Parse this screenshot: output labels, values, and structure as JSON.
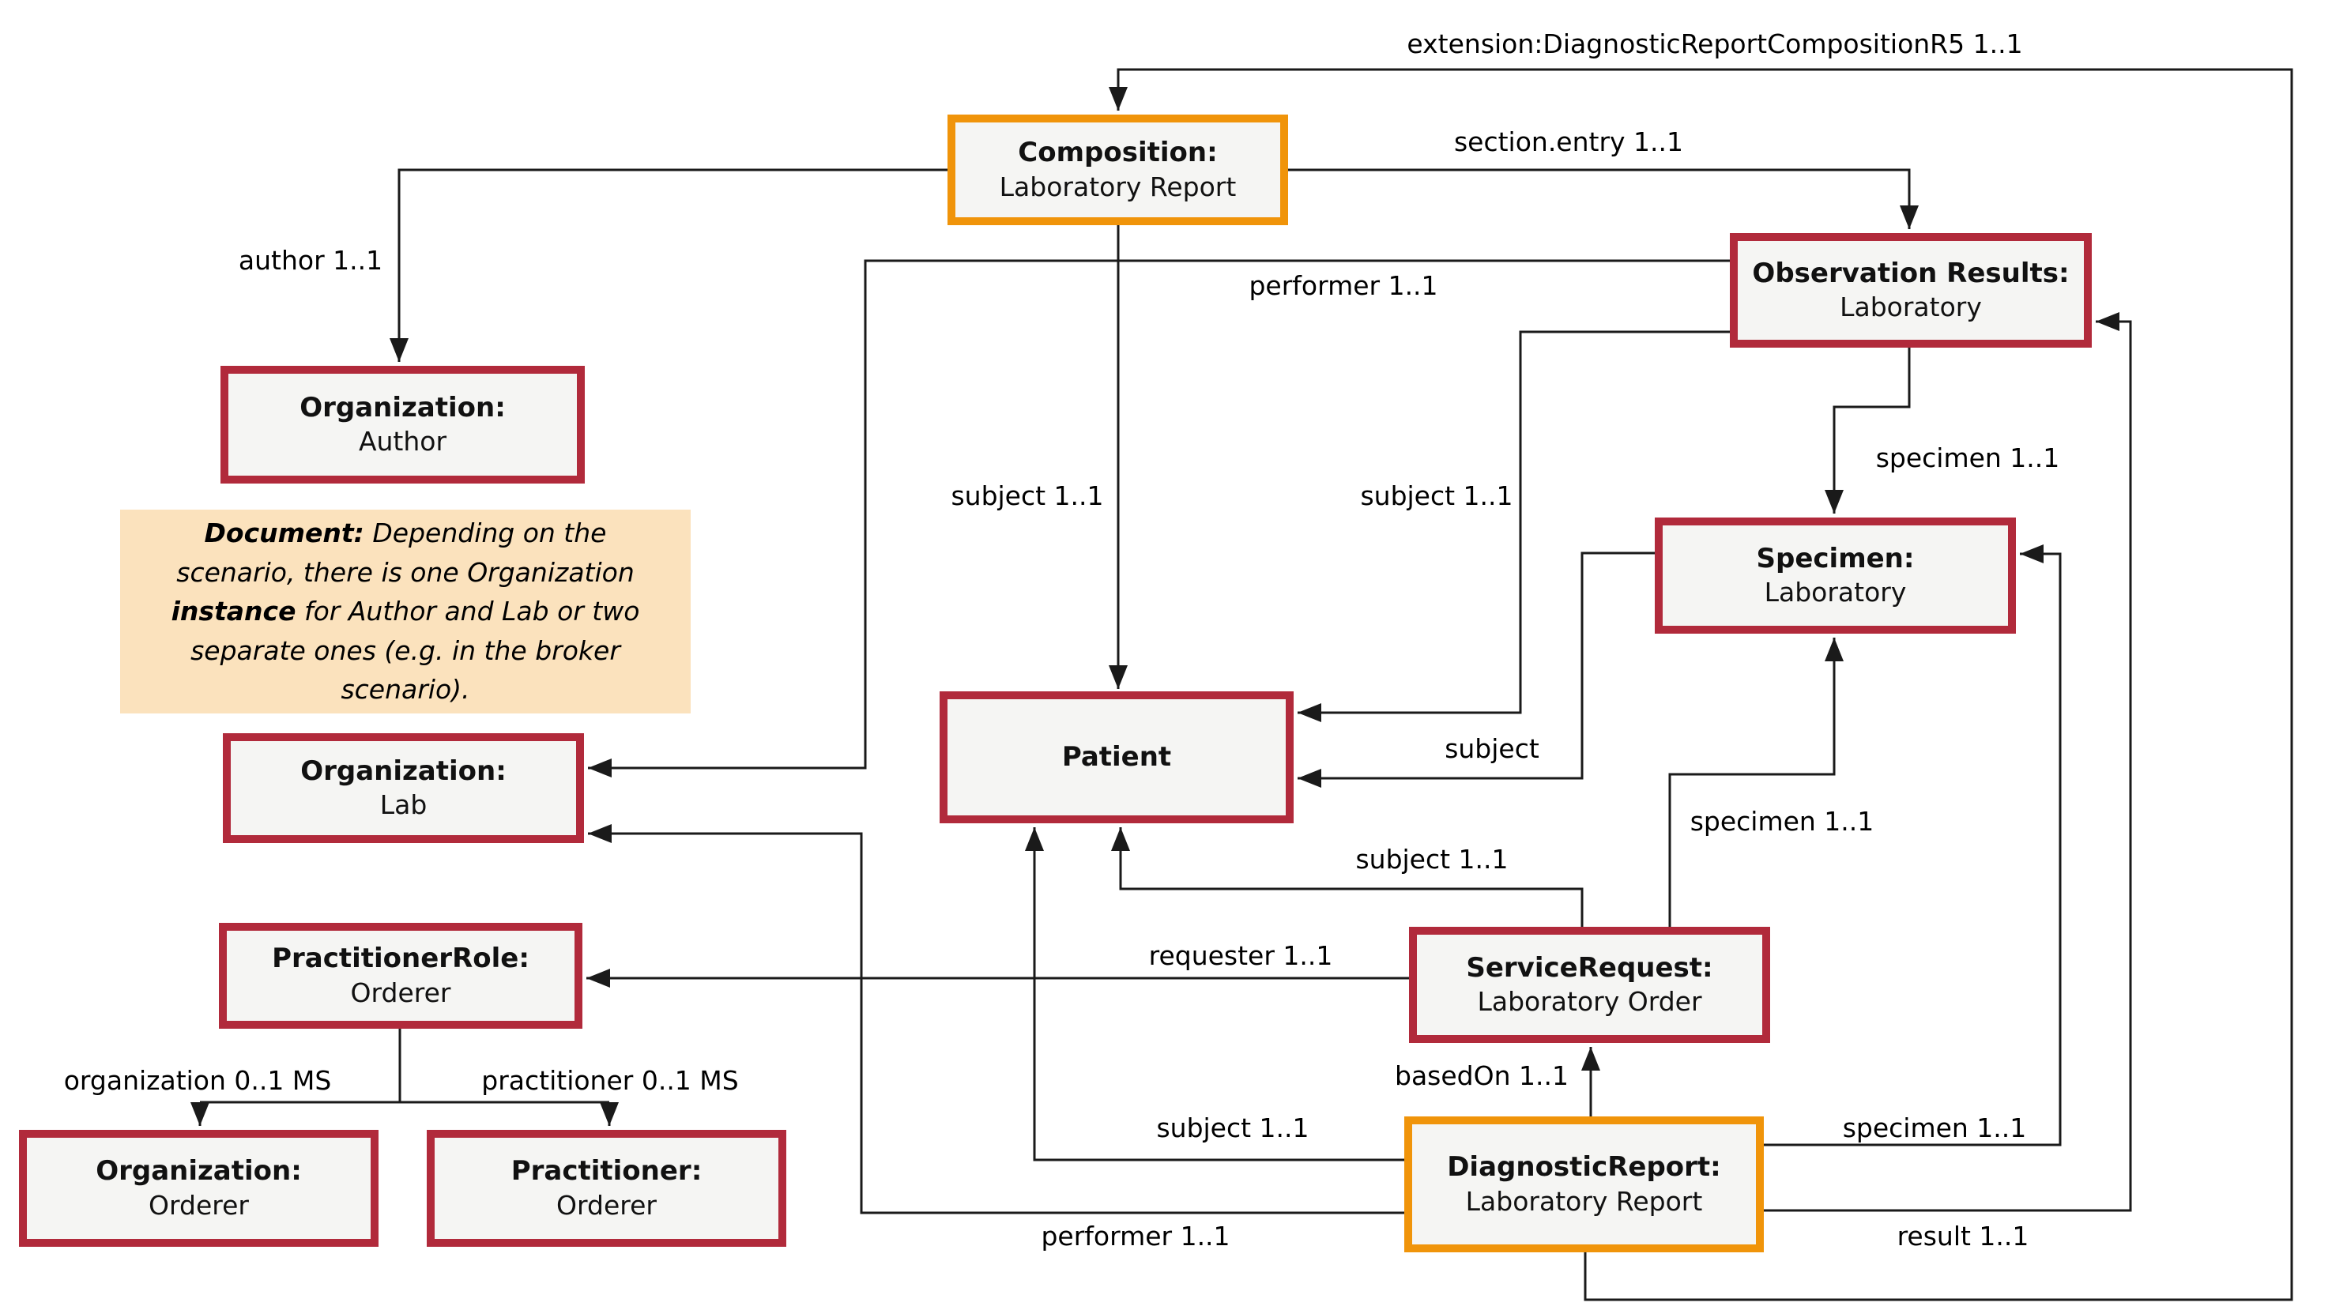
{
  "diagram": {
    "colors": {
      "accent_red": "#b12a3b",
      "accent_orange": "#f0940a",
      "node_fill": "#f5f5f3",
      "note_fill": "#fbe2bd",
      "line": "#1a1a1a"
    },
    "nodes": [
      {
        "id": "composition",
        "title": "Composition:",
        "subtitle": "Laboratory Report",
        "accent": "orange"
      },
      {
        "id": "observation-results",
        "title": "Observation Results:",
        "subtitle": "Laboratory",
        "accent": "red"
      },
      {
        "id": "organization-author",
        "title": "Organization:",
        "subtitle": "Author",
        "accent": "red"
      },
      {
        "id": "specimen",
        "title": "Specimen:",
        "subtitle": "Laboratory",
        "accent": "red"
      },
      {
        "id": "patient",
        "title": "Patient",
        "subtitle": "",
        "accent": "red"
      },
      {
        "id": "organization-lab",
        "title": "Organization:",
        "subtitle": "Lab",
        "accent": "red"
      },
      {
        "id": "practitioner-role",
        "title": "PractitionerRole:",
        "subtitle": "Orderer",
        "accent": "red"
      },
      {
        "id": "service-request",
        "title": "ServiceRequest:",
        "subtitle": "Laboratory Order",
        "accent": "red"
      },
      {
        "id": "diagnostic-report",
        "title": "DiagnosticReport:",
        "subtitle": "Laboratory Report",
        "accent": "orange"
      },
      {
        "id": "organization-orderer",
        "title": "Organization:",
        "subtitle": "Orderer",
        "accent": "red"
      },
      {
        "id": "practitioner-orderer",
        "title": "Practitioner:",
        "subtitle": "Orderer",
        "accent": "red"
      }
    ],
    "note": {
      "lead1": "Document:",
      "text1": " Depending on the scenario, there is one Organization ",
      "lead2": "instance",
      "text2": " for Author and Lab or two separate ones (e.g. in the broker scenario)."
    },
    "edge_labels": [
      {
        "id": "extension",
        "text": "extension:DiagnosticReportCompositionR5 1..1"
      },
      {
        "id": "section-entry",
        "text": "section.entry 1..1"
      },
      {
        "id": "author",
        "text": "author 1..1"
      },
      {
        "id": "performer-observation",
        "text": "performer 1..1"
      },
      {
        "id": "subject-composition",
        "text": "subject 1..1"
      },
      {
        "id": "subject-observation",
        "text": "subject 1..1"
      },
      {
        "id": "specimen-observation",
        "text": "specimen 1..1"
      },
      {
        "id": "subject-specimen",
        "text": "subject"
      },
      {
        "id": "specimen-servicerequest",
        "text": "specimen 1..1"
      },
      {
        "id": "subject-servicerequest",
        "text": "subject 1..1"
      },
      {
        "id": "requester",
        "text": "requester 1..1"
      },
      {
        "id": "organization-ms",
        "text": "organization 0..1 MS"
      },
      {
        "id": "practitioner-ms",
        "text": "practitioner 0..1 MS"
      },
      {
        "id": "basedon",
        "text": "basedOn 1..1"
      },
      {
        "id": "subject-diagnosticreport",
        "text": "subject 1..1"
      },
      {
        "id": "specimen-diagnosticreport",
        "text": "specimen 1..1"
      },
      {
        "id": "performer-diagnosticreport",
        "text": "performer 1..1"
      },
      {
        "id": "result",
        "text": "result 1..1"
      }
    ]
  }
}
